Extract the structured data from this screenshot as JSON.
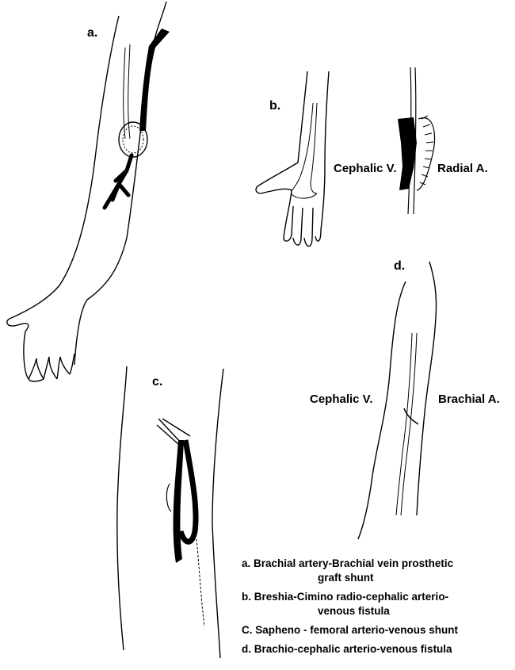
{
  "panels": {
    "a": {
      "letter": "a."
    },
    "b": {
      "letter": "b.",
      "vein_label": "Cephalic V.",
      "artery_label": "Radial A."
    },
    "c": {
      "letter": "c."
    },
    "d": {
      "letter": "d.",
      "vein_label": "Cephalic V.",
      "artery_label": "Brachial A."
    }
  },
  "legend": [
    {
      "line1": "a. Brachial artery-Brachial vein prosthetic",
      "line2": "graft shunt"
    },
    {
      "line1": "b. Breshia-Cimino radio-cephalic arterio-",
      "line2": "venous fistula"
    },
    {
      "line1": "C. Sapheno - femoral arterio-venous shunt",
      "line2": ""
    },
    {
      "line1": "d. Brachio-cephalic arterio-venous fistula",
      "line2": ""
    }
  ]
}
